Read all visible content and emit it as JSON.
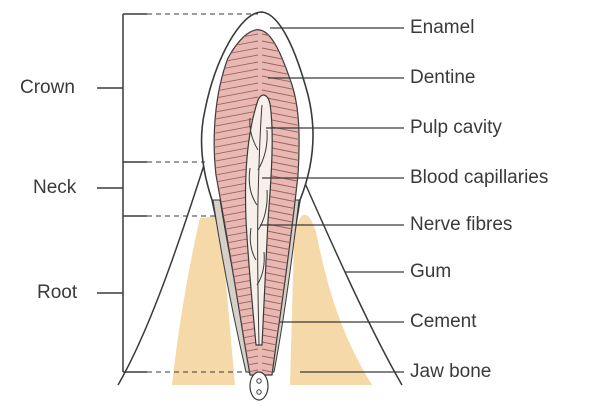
{
  "colors": {
    "ink": "#3a3a3a",
    "dentine": "#e8b8b2",
    "dentine_stripe": "#a06060",
    "pulp": "#f7f0ea",
    "bone": "#f5d9a8",
    "cement": "#d6d0c8",
    "background": "#ffffff"
  },
  "regions": {
    "crown": "Crown",
    "neck": "Neck",
    "root": "Root"
  },
  "parts": {
    "enamel": "Enamel",
    "dentine": "Dentine",
    "pulp_cavity": "Pulp cavity",
    "blood_capillaries": "Blood capillaries",
    "nerve_fibres": "Nerve fibres",
    "gum": "Gum",
    "cement": "Cement",
    "jaw_bone": "Jaw bone"
  }
}
